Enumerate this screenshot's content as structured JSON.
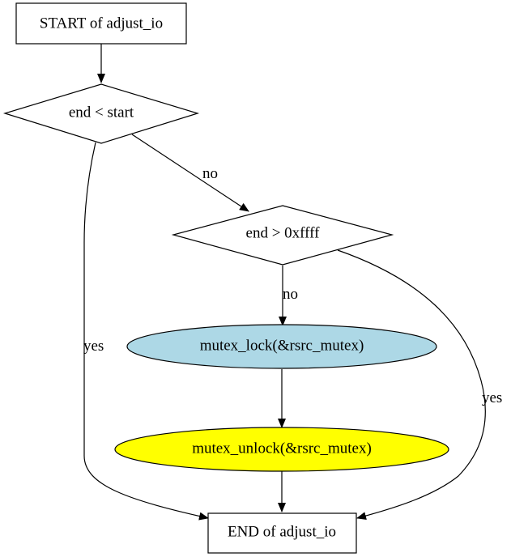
{
  "nodes": {
    "start": {
      "label": "START of adjust_io",
      "shape": "box",
      "fill": "#ffffff"
    },
    "cond1": {
      "label": "end < start",
      "shape": "diamond",
      "fill": "#ffffff"
    },
    "cond2": {
      "label": "end > 0xffff",
      "shape": "diamond",
      "fill": "#ffffff"
    },
    "lock": {
      "label": "mutex_lock(&rsrc_mutex)",
      "shape": "ellipse",
      "fill": "#add8e6"
    },
    "unlock": {
      "label": "mutex_unlock(&rsrc_mutex)",
      "shape": "ellipse",
      "fill": "#ffff00"
    },
    "end": {
      "label": "END of adjust_io",
      "shape": "box",
      "fill": "#ffffff"
    }
  },
  "edges": [
    {
      "from": "start",
      "to": "cond1",
      "label": ""
    },
    {
      "from": "cond1",
      "to": "cond2",
      "label": "no"
    },
    {
      "from": "cond1",
      "to": "end",
      "label": "yes"
    },
    {
      "from": "cond2",
      "to": "lock",
      "label": "no"
    },
    {
      "from": "cond2",
      "to": "end",
      "label": "yes"
    },
    {
      "from": "lock",
      "to": "unlock",
      "label": ""
    },
    {
      "from": "unlock",
      "to": "end",
      "label": ""
    }
  ],
  "edge_labels": {
    "cond1_no": "no",
    "cond1_yes": "yes",
    "cond2_no": "no",
    "cond2_yes": "yes"
  },
  "colors": {
    "stroke": "#000000",
    "background": "#ffffff",
    "lock_fill": "#add8e6",
    "unlock_fill": "#ffff00"
  }
}
